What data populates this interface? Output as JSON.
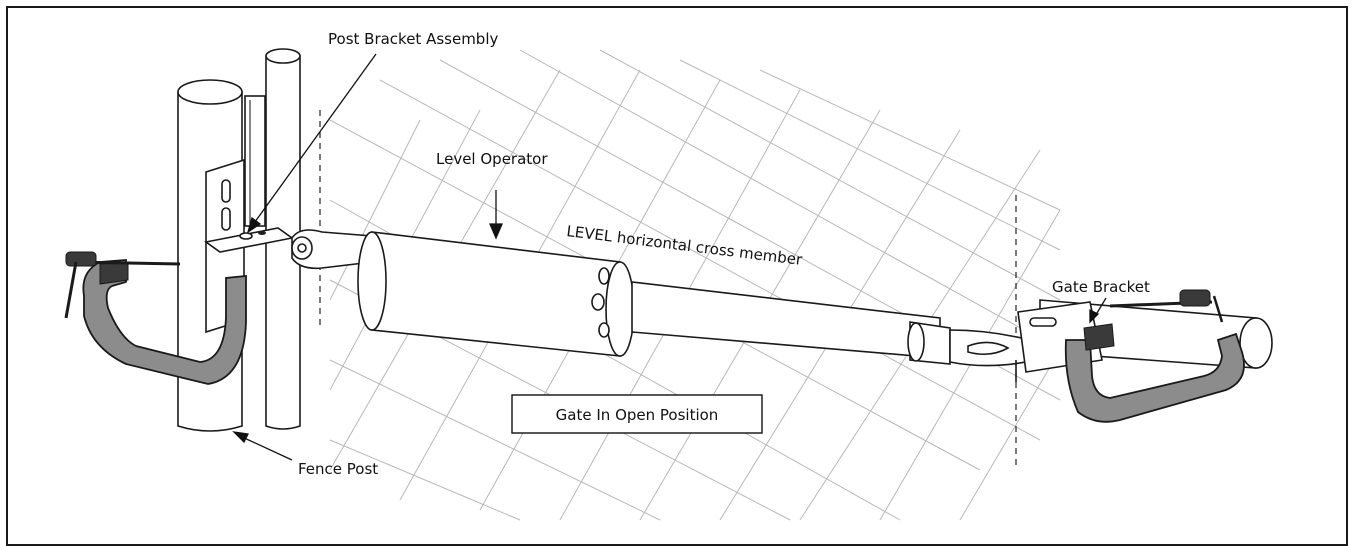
{
  "labels": {
    "post_bracket": "Post Bracket Assembly",
    "level_operator": "Level Operator",
    "cross_member": "LEVEL horizontal cross member",
    "gate_bracket": "Gate Bracket",
    "fence_post": "Fence Post",
    "gate_position": "Gate In Open Position"
  },
  "colors": {
    "line": "#1a1a1a",
    "mesh": "#b8b8b8",
    "clamp_fill": "#8c8c8c",
    "clamp_dark": "#3a3a3a"
  }
}
